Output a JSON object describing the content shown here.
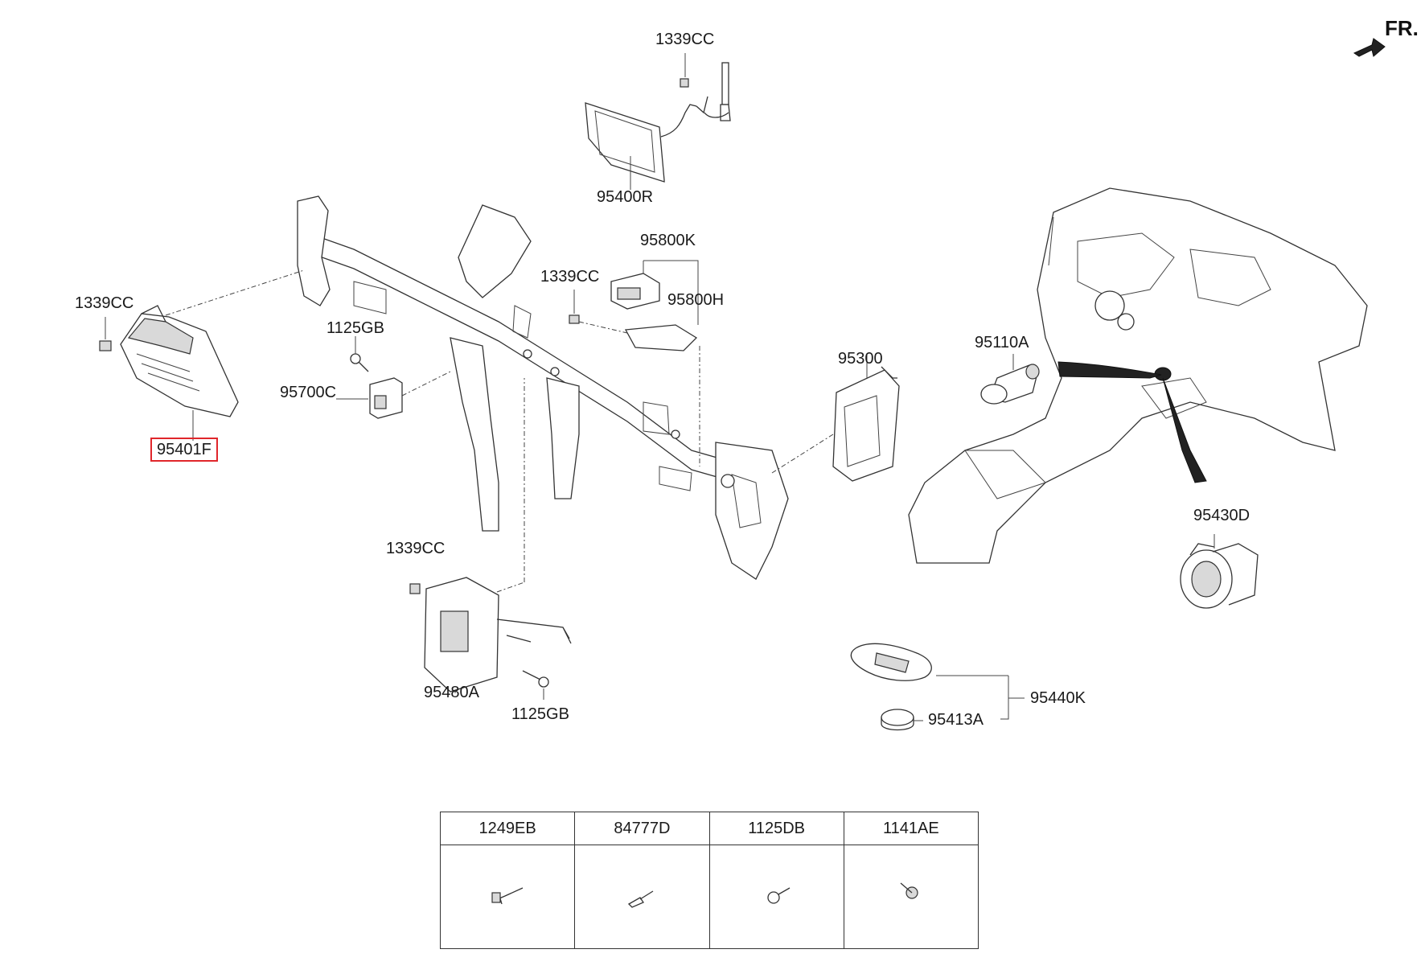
{
  "direction_marker": "FR.",
  "labels": {
    "l_1339cc_top": "1339CC",
    "l_95400r": "95400R",
    "l_95800k": "95800K",
    "l_1339cc_mid": "1339CC",
    "l_95800h": "95800H",
    "l_1339cc_left": "1339CC",
    "l_1125gb_mid": "1125GB",
    "l_95700c": "95700C",
    "l_95401f": "95401F",
    "l_95300": "95300",
    "l_1339cc_low": "1339CC",
    "l_95480a": "95480A",
    "l_1125gb_low": "1125GB",
    "l_95110a": "95110A",
    "l_95430d": "95430D",
    "l_95440k": "95440K",
    "l_95413a": "95413A"
  },
  "highlighted_part": "95401F",
  "fastener_table": {
    "headers": [
      "1249EB",
      "84777D",
      "1125DB",
      "1141AE"
    ]
  },
  "icons": [
    "fr-arrow-icon",
    "screw-icon",
    "nut-icon",
    "key-fob-icon",
    "battery-icon",
    "start-button-icon"
  ]
}
